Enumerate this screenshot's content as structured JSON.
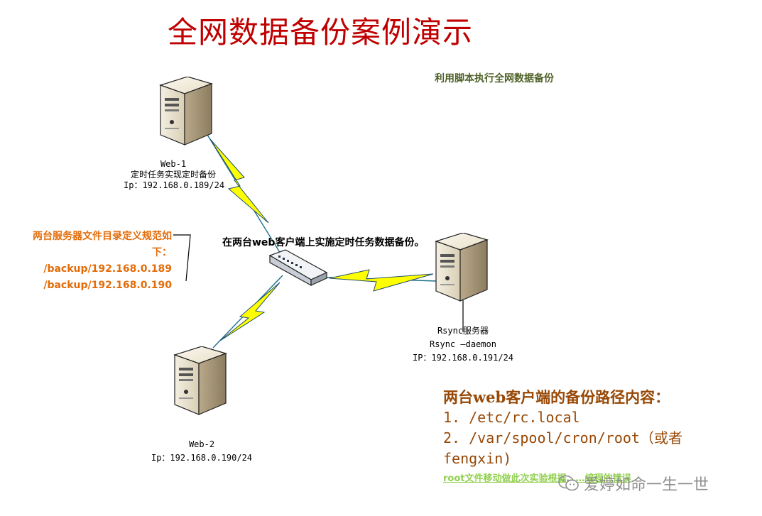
{
  "title": "全网数据备份案例演示",
  "subtitle": "利用脚本执行全网数据备份",
  "web1": {
    "name": "Web-1",
    "desc": "定时任务实现定时备份",
    "ip": "Ip：192.168.0.189/24"
  },
  "web2": {
    "name": "Web-2",
    "ip": "Ip：192.168.0.190/24"
  },
  "rsync": {
    "name": "Rsync服务器",
    "daemon": "Rsync  –daemon",
    "ip": "IP：192.168.0.191/24"
  },
  "switch_label": "在两台web客户端上实施定时任务数据备份。",
  "dir_note": {
    "line1": "两台服务器文件目录定义规范如",
    "line2": "下：",
    "path1": "/backup/192.168.0.189",
    "path2": "/backup/192.168.0.190"
  },
  "paths": {
    "heading": "两台web客户端的备份路径内容：",
    "item1": "1. /etc/rc.local",
    "item2": "2. /var/spool/cron/root（或者",
    "item2b": "fengxin)"
  },
  "footnote": "root文件移动做此次实验根据……编程的错误",
  "watermark": "爱婷如命一生一世",
  "colors": {
    "title": "#c00000",
    "subtitle": "#4f6228",
    "note": "#e36c09",
    "paths": "#974806",
    "footnote": "#92d050",
    "bolt": "#ffff00"
  },
  "icons": [
    "server-icon",
    "switch-icon",
    "lightning-bolt-icon",
    "wechat-icon"
  ]
}
